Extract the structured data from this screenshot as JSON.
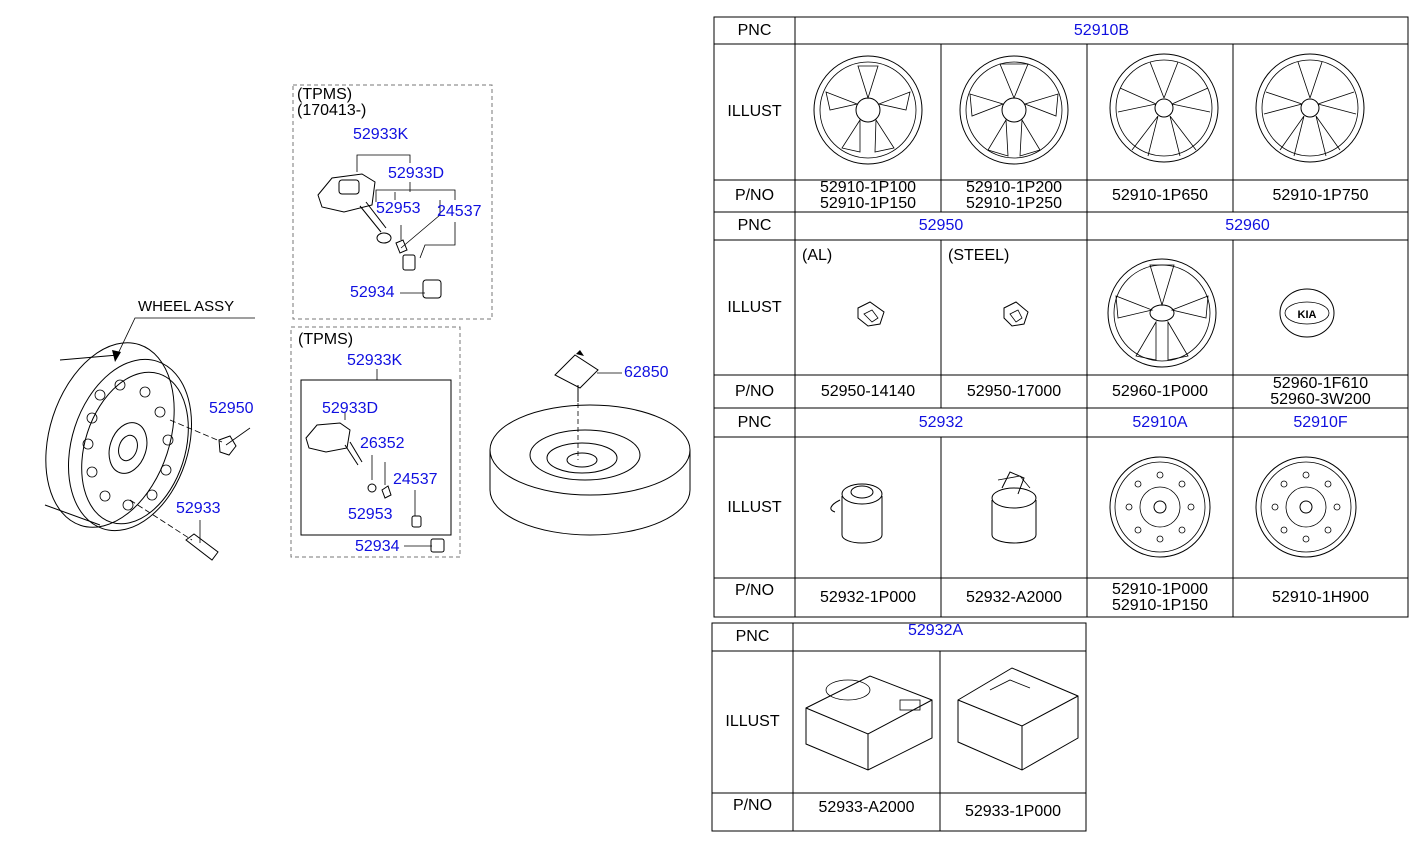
{
  "diagram": {
    "wheel_assy_label": "WHEEL ASSY",
    "callouts": {
      "c52950": "52950",
      "c52933": "52933",
      "c62850": "62850",
      "tpms1_title": "(TPMS)",
      "tpms1_date": "(170413-)",
      "tpms1_52933K": "52933K",
      "tpms1_52933D": "52933D",
      "tpms1_52953": "52953",
      "tpms1_24537": "24537",
      "tpms1_52934": "52934",
      "tpms2_title": "(TPMS)",
      "tpms2_52933K": "52933K",
      "tpms2_52933D": "52933D",
      "tpms2_26352": "26352",
      "tpms2_24537": "24537",
      "tpms2_52953": "52953",
      "tpms2_52934": "52934"
    }
  },
  "table": {
    "row_labels": {
      "pnc": "PNC",
      "illust": "ILLUST",
      "pno": "P/NO"
    },
    "section1": {
      "pnc": "52910B",
      "pnos": [
        [
          "52910-1P100",
          "52910-1P150"
        ],
        [
          "52910-1P200",
          "52910-1P250"
        ],
        [
          "52910-1P650"
        ],
        [
          "52910-1P750"
        ]
      ]
    },
    "section2": {
      "pnc_a": "52950",
      "pnc_b": "52960",
      "variant_al": "(AL)",
      "variant_steel": "(STEEL)",
      "pnos": [
        [
          "52950-14140"
        ],
        [
          "52950-17000"
        ],
        [
          "52960-1P000"
        ],
        [
          "52960-1F610",
          "52960-3W200"
        ]
      ]
    },
    "section3": {
      "pnc_a": "52932",
      "pnc_b": "52910A",
      "pnc_c": "52910F",
      "pnos": [
        [
          "52932-1P000"
        ],
        [
          "52932-A2000"
        ],
        [
          "52910-1P000",
          "52910-1P150"
        ],
        [
          "52910-1H900"
        ]
      ]
    },
    "section4": {
      "pnc": "52932A",
      "pnos": [
        [
          "52933-A2000"
        ],
        [
          "52933-1P000"
        ]
      ]
    }
  },
  "colors": {
    "callout_blue": "#1010e0",
    "line_black": "#000000"
  }
}
